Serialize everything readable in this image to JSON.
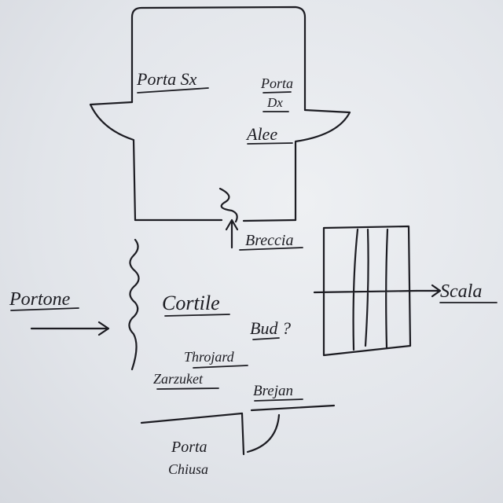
{
  "diagram": {
    "labels": {
      "porta_sx": "Porta Sx",
      "porta_dx_1": "Porta",
      "porta_dx_2": "Dx",
      "alee": "Alee",
      "breccia": "Breccia",
      "portone": "Portone",
      "cortile": "Cortile",
      "bud": "Bud ?",
      "throjard": "Throjard",
      "zarzuket": "Zarzuket",
      "brejan": "Brejan",
      "porta_chiusa_1": "Porta",
      "porta_chiusa_2": "Chiusa",
      "scala": "Scala"
    },
    "ink_color": "#1c1c22"
  }
}
